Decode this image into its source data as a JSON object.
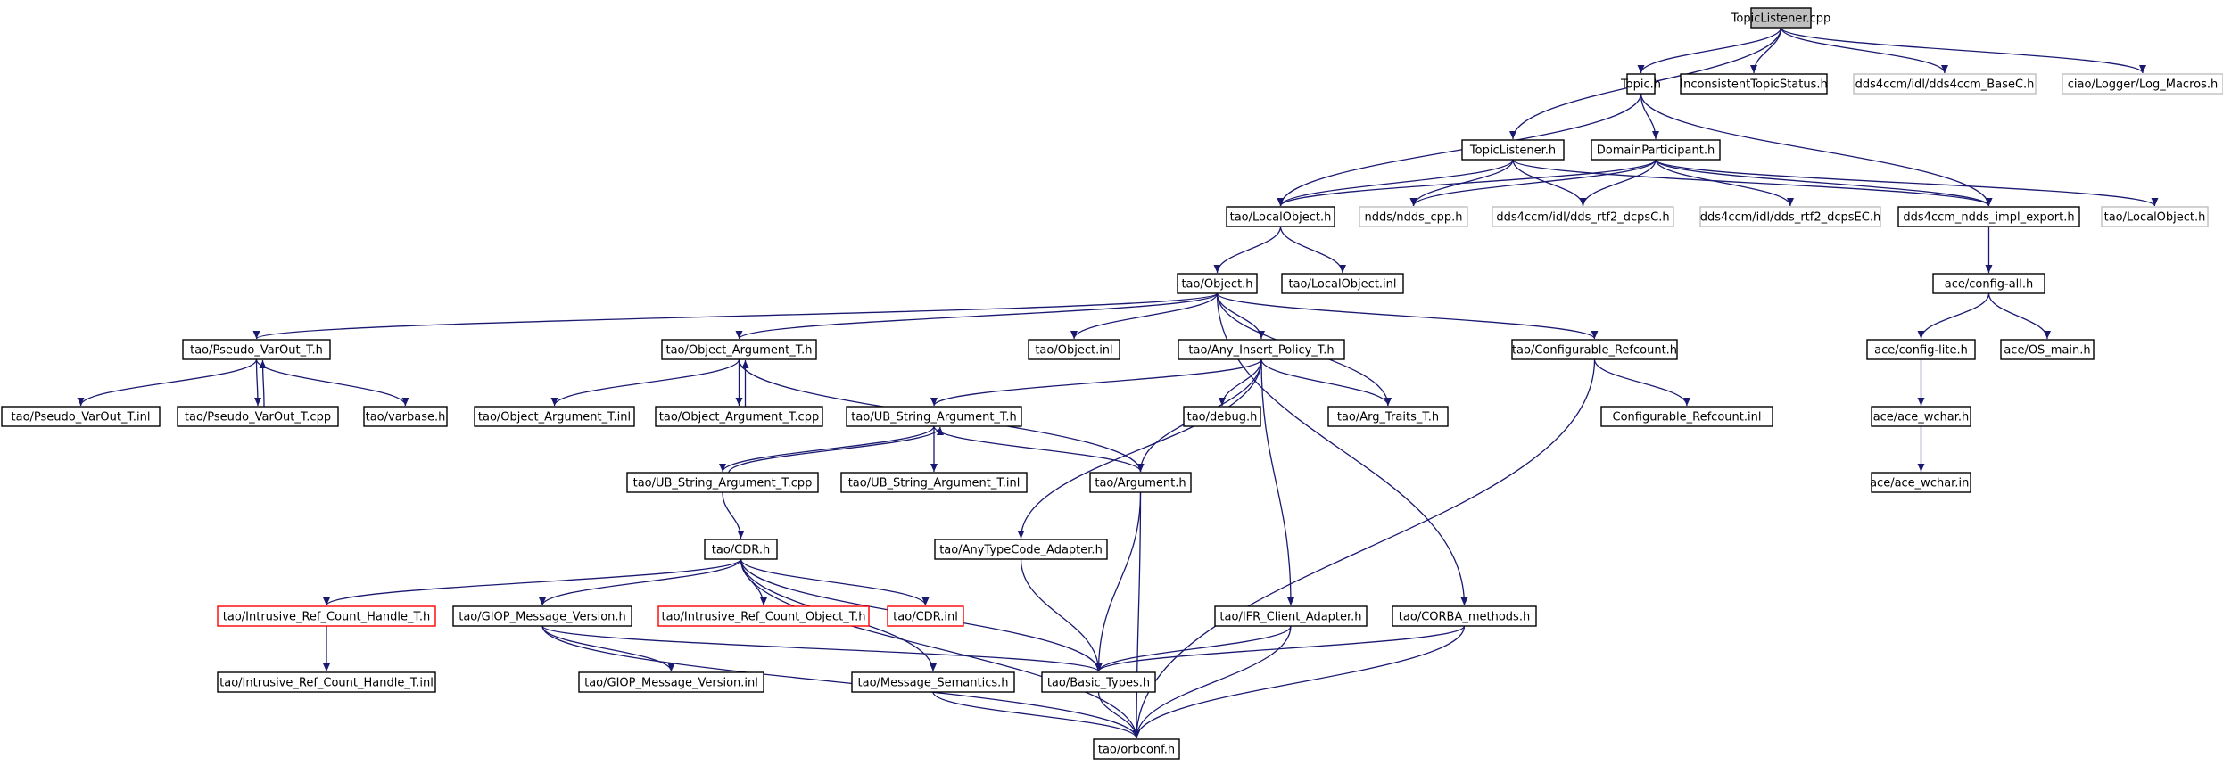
{
  "colors": {
    "edge": "#191970",
    "border_default": "#000000",
    "border_external": "#bfbfbf",
    "border_error": "#ff0000",
    "fill_default": "#ffffff",
    "fill_root": "#bfbfbf"
  },
  "nodes": [
    {
      "id": "root",
      "label": "TopicListener.cpp",
      "style": "root"
    },
    {
      "id": "topic_h",
      "label": "Topic.h",
      "style": "default"
    },
    {
      "id": "inconsistent",
      "label": "InconsistentTopicStatus.h",
      "style": "default"
    },
    {
      "id": "basec",
      "label": "dds4ccm/idl/dds4ccm_BaseC.h",
      "style": "external"
    },
    {
      "id": "logmacros",
      "label": "ciao/Logger/Log_Macros.h",
      "style": "external"
    },
    {
      "id": "topiclistener_h",
      "label": "TopicListener.h",
      "style": "default"
    },
    {
      "id": "domainparticipant",
      "label": "DomainParticipant.h",
      "style": "default"
    },
    {
      "id": "tao_localobject_h",
      "label": "tao/LocalObject.h",
      "style": "default"
    },
    {
      "id": "ndds_cpp",
      "label": "ndds/ndds_cpp.h",
      "style": "external"
    },
    {
      "id": "rtf2_dcpsc",
      "label": "dds4ccm/idl/dds_rtf2_dcpsC.h",
      "style": "external"
    },
    {
      "id": "rtf2_dcpsec",
      "label": "dds4ccm/idl/dds_rtf2_dcpsEC.h",
      "style": "external"
    },
    {
      "id": "impl_export",
      "label": "dds4ccm_ndds_impl_export.h",
      "style": "default"
    },
    {
      "id": "tao_localobject_h2",
      "label": "tao/LocalObject.h",
      "style": "external"
    },
    {
      "id": "tao_object_h",
      "label": "tao/Object.h",
      "style": "default"
    },
    {
      "id": "tao_localobject_inl",
      "label": "tao/LocalObject.inl",
      "style": "default"
    },
    {
      "id": "ace_config_all",
      "label": "ace/config-all.h",
      "style": "default"
    },
    {
      "id": "pseudo_varout_h",
      "label": "tao/Pseudo_VarOut_T.h",
      "style": "default"
    },
    {
      "id": "object_argument_h",
      "label": "tao/Object_Argument_T.h",
      "style": "default"
    },
    {
      "id": "object_inl",
      "label": "tao/Object.inl",
      "style": "default"
    },
    {
      "id": "any_insert_policy",
      "label": "tao/Any_Insert_Policy_T.h",
      "style": "default"
    },
    {
      "id": "configurable_refcount_h",
      "label": "tao/Configurable_Refcount.h",
      "style": "default"
    },
    {
      "id": "ace_config_lite",
      "label": "ace/config-lite.h",
      "style": "default"
    },
    {
      "id": "ace_os_main",
      "label": "ace/OS_main.h",
      "style": "default"
    },
    {
      "id": "pseudo_varout_inl",
      "label": "tao/Pseudo_VarOut_T.inl",
      "style": "default"
    },
    {
      "id": "pseudo_varout_cpp",
      "label": "tao/Pseudo_VarOut_T.cpp",
      "style": "default"
    },
    {
      "id": "varbase",
      "label": "tao/varbase.h",
      "style": "default"
    },
    {
      "id": "object_argument_inl",
      "label": "tao/Object_Argument_T.inl",
      "style": "default"
    },
    {
      "id": "object_argument_cpp",
      "label": "tao/Object_Argument_T.cpp",
      "style": "default"
    },
    {
      "id": "ub_string_h",
      "label": "tao/UB_String_Argument_T.h",
      "style": "default"
    },
    {
      "id": "tao_debug",
      "label": "tao/debug.h",
      "style": "default"
    },
    {
      "id": "arg_traits",
      "label": "tao/Arg_Traits_T.h",
      "style": "default"
    },
    {
      "id": "configurable_refcount_inl",
      "label": "Configurable_Refcount.inl",
      "style": "default"
    },
    {
      "id": "ace_wchar_h",
      "label": "ace/ace_wchar.h",
      "style": "default"
    },
    {
      "id": "ub_string_cpp",
      "label": "tao/UB_String_Argument_T.cpp",
      "style": "default"
    },
    {
      "id": "ub_string_inl",
      "label": "tao/UB_String_Argument_T.inl",
      "style": "default"
    },
    {
      "id": "tao_argument",
      "label": "tao/Argument.h",
      "style": "default"
    },
    {
      "id": "ace_wchar_inl",
      "label": "ace/ace_wchar.inl",
      "style": "default"
    },
    {
      "id": "tao_cdr_h",
      "label": "tao/CDR.h",
      "style": "default"
    },
    {
      "id": "anytypecode_adapter",
      "label": "tao/AnyTypeCode_Adapter.h",
      "style": "default"
    },
    {
      "id": "intrusive_handle_h",
      "label": "tao/Intrusive_Ref_Count_Handle_T.h",
      "style": "error"
    },
    {
      "id": "giop_version_h",
      "label": "tao/GIOP_Message_Version.h",
      "style": "default"
    },
    {
      "id": "intrusive_object_h",
      "label": "tao/Intrusive_Ref_Count_Object_T.h",
      "style": "error"
    },
    {
      "id": "cdr_inl",
      "label": "tao/CDR.inl",
      "style": "error"
    },
    {
      "id": "ifr_client_adapter",
      "label": "tao/IFR_Client_Adapter.h",
      "style": "default"
    },
    {
      "id": "corba_methods",
      "label": "tao/CORBA_methods.h",
      "style": "default"
    },
    {
      "id": "intrusive_handle_inl",
      "label": "tao/Intrusive_Ref_Count_Handle_T.inl",
      "style": "default"
    },
    {
      "id": "giop_version_inl",
      "label": "tao/GIOP_Message_Version.inl",
      "style": "default"
    },
    {
      "id": "message_semantics",
      "label": "tao/Message_Semantics.h",
      "style": "default"
    },
    {
      "id": "basic_types",
      "label": "tao/Basic_Types.h",
      "style": "default"
    },
    {
      "id": "orbconf",
      "label": "tao/orbconf.h",
      "style": "default"
    }
  ],
  "edges": [
    [
      "root",
      "topic_h"
    ],
    [
      "root",
      "inconsistent"
    ],
    [
      "root",
      "basec"
    ],
    [
      "root",
      "logmacros"
    ],
    [
      "root",
      "topiclistener_h"
    ],
    [
      "topic_h",
      "domainparticipant"
    ],
    [
      "topic_h",
      "tao_localobject_h"
    ],
    [
      "topic_h",
      "impl_export"
    ],
    [
      "topiclistener_h",
      "tao_localobject_h"
    ],
    [
      "topiclistener_h",
      "ndds_cpp"
    ],
    [
      "topiclistener_h",
      "rtf2_dcpsc"
    ],
    [
      "topiclistener_h",
      "impl_export"
    ],
    [
      "domainparticipant",
      "tao_localobject_h"
    ],
    [
      "domainparticipant",
      "ndds_cpp"
    ],
    [
      "domainparticipant",
      "rtf2_dcpsc"
    ],
    [
      "domainparticipant",
      "rtf2_dcpsec"
    ],
    [
      "domainparticipant",
      "impl_export"
    ],
    [
      "domainparticipant",
      "tao_localobject_h2"
    ],
    [
      "tao_localobject_h",
      "tao_object_h"
    ],
    [
      "tao_localobject_h",
      "tao_localobject_inl"
    ],
    [
      "impl_export",
      "ace_config_all"
    ],
    [
      "tao_object_h",
      "pseudo_varout_h"
    ],
    [
      "tao_object_h",
      "object_argument_h"
    ],
    [
      "tao_object_h",
      "object_inl"
    ],
    [
      "tao_object_h",
      "any_insert_policy"
    ],
    [
      "tao_object_h",
      "arg_traits"
    ],
    [
      "tao_object_h",
      "configurable_refcount_h"
    ],
    [
      "tao_object_h",
      "corba_methods"
    ],
    [
      "ace_config_all",
      "ace_config_lite"
    ],
    [
      "ace_config_all",
      "ace_os_main"
    ],
    [
      "pseudo_varout_h",
      "pseudo_varout_inl"
    ],
    [
      "pseudo_varout_h",
      "pseudo_varout_cpp"
    ],
    [
      "pseudo_varout_h",
      "varbase"
    ],
    [
      "pseudo_varout_cpp",
      "pseudo_varout_h"
    ],
    [
      "object_argument_h",
      "object_argument_inl"
    ],
    [
      "object_argument_h",
      "object_argument_cpp"
    ],
    [
      "object_argument_h",
      "tao_argument"
    ],
    [
      "object_argument_cpp",
      "object_argument_h"
    ],
    [
      "any_insert_policy",
      "ub_string_h"
    ],
    [
      "any_insert_policy",
      "tao_debug"
    ],
    [
      "any_insert_policy",
      "arg_traits"
    ],
    [
      "any_insert_policy",
      "tao_argument"
    ],
    [
      "any_insert_policy",
      "anytypecode_adapter"
    ],
    [
      "any_insert_policy",
      "ifr_client_adapter"
    ],
    [
      "configurable_refcount_h",
      "configurable_refcount_inl"
    ],
    [
      "configurable_refcount_h",
      "orbconf"
    ],
    [
      "ace_config_lite",
      "ace_wchar_h"
    ],
    [
      "ace_wchar_h",
      "ace_wchar_inl"
    ],
    [
      "ub_string_h",
      "ub_string_cpp"
    ],
    [
      "ub_string_h",
      "ub_string_inl"
    ],
    [
      "ub_string_h",
      "tao_argument"
    ],
    [
      "ub_string_cpp",
      "ub_string_h"
    ],
    [
      "ub_string_cpp",
      "tao_cdr_h"
    ],
    [
      "tao_argument",
      "basic_types"
    ],
    [
      "tao_argument",
      "orbconf"
    ],
    [
      "tao_cdr_h",
      "intrusive_handle_h"
    ],
    [
      "tao_cdr_h",
      "giop_version_h"
    ],
    [
      "tao_cdr_h",
      "intrusive_object_h"
    ],
    [
      "tao_cdr_h",
      "cdr_inl"
    ],
    [
      "tao_cdr_h",
      "message_semantics"
    ],
    [
      "tao_cdr_h",
      "basic_types"
    ],
    [
      "tao_cdr_h",
      "orbconf"
    ],
    [
      "anytypecode_adapter",
      "basic_types"
    ],
    [
      "intrusive_handle_h",
      "intrusive_handle_inl"
    ],
    [
      "giop_version_h",
      "giop_version_inl"
    ],
    [
      "giop_version_h",
      "basic_types"
    ],
    [
      "giop_version_h",
      "orbconf"
    ],
    [
      "ifr_client_adapter",
      "basic_types"
    ],
    [
      "ifr_client_adapter",
      "orbconf"
    ],
    [
      "corba_methods",
      "basic_types"
    ],
    [
      "corba_methods",
      "orbconf"
    ],
    [
      "message_semantics",
      "orbconf"
    ],
    [
      "basic_types",
      "orbconf"
    ]
  ]
}
